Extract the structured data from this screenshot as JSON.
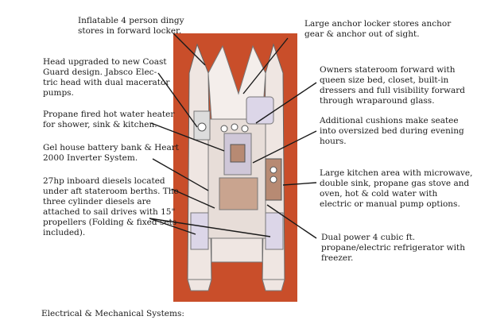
{
  "labels": {
    "dingy": "Inflatable 4 person dingy\nstores in forward locker.",
    "head": "Head upgraded to new Coast\nGuard design.  Jabsco Elec-\ntric head with dual macerator\npumps.",
    "water_heater": "Propane fired hot water heater\nfor shower, sink & kitchen.",
    "battery": "Gel house battery bank & Heart\n2000 Inverter System.",
    "diesels": "27hp inboard diesels located\nunder aft stateroom berths.  The\n three cylinder diesels are\nattached to sail drives with 15\"\npropellers (Folding & fixed sets\nincluded).",
    "anchor": "Large anchor locker stores anchor\ngear & anchor out of sight.",
    "owners": "Owners stateroom forward with\nqueen size bed, closet, built-in\ndressers and full visibility forward\nthrough wraparound glass.",
    "cushions": "Additional cushions make seatee\ninto oversized bed during evening\nhours.",
    "kitchen": "Large kitchen area with microwave,\ndouble sink, propane gas stove and\noven, hot & cold water with\nelectric or manual pump options.",
    "fridge": "Dual power 4 cubic ft.\npropane/electric refrigerator with\nfreezer."
  },
  "footer": "Electrical & Mechanical Systems:",
  "colors": {
    "panel": "#c94e2a",
    "hull": "#efe6e2",
    "deck": "#e7ddd8",
    "wood": "#b78a73",
    "line": "#1a1a1a"
  }
}
